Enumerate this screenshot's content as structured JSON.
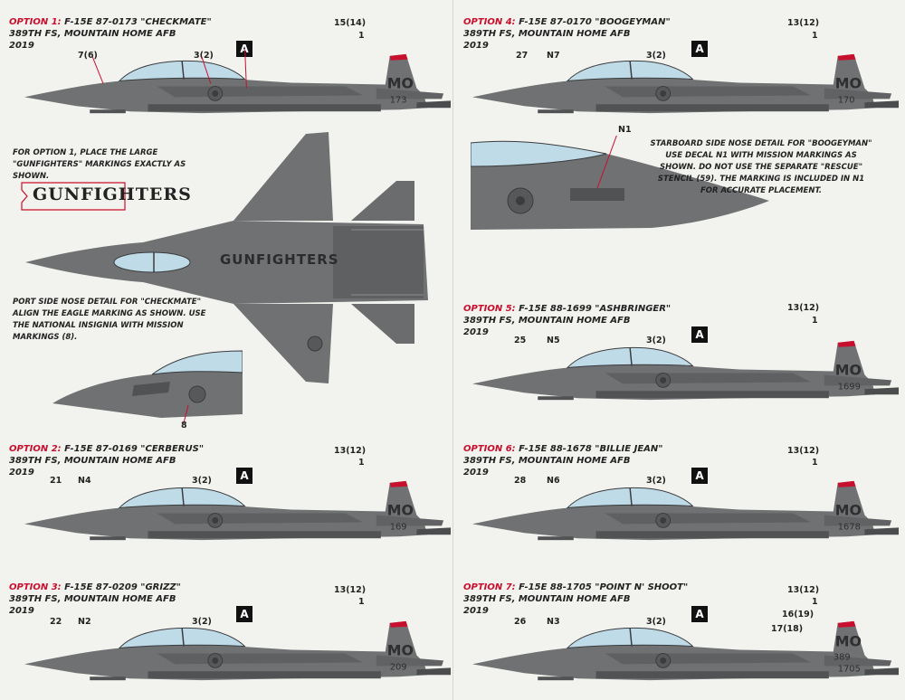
{
  "colors": {
    "jet_gray": "#6f7173",
    "dark": "#4a4c4e",
    "canopy": "#bfdbe8",
    "tail_red": "#c8102e",
    "leader_red": "#c8102e"
  },
  "options": [
    {
      "id": "opt1",
      "option": "OPTION 1:",
      "aircraft": "F-15E  87-0173 \"CHECKMATE\"",
      "unit": "389TH FS,  MOUNTAIN HOME AFB",
      "year": "2019",
      "callouts": [
        "15(14)",
        "1",
        "7(6)",
        "3(2)"
      ],
      "marker": "A",
      "tail_code": "MO",
      "tail_serial": "173"
    },
    {
      "id": "opt2",
      "option": "OPTION 2:",
      "aircraft": "F-15E  87-0169 \"CERBERUS\"",
      "unit": "389TH FS,  MOUNTAIN HOME AFB",
      "year": "2019",
      "callouts": [
        "13(12)",
        "1",
        "21",
        "N4",
        "3(2)"
      ],
      "marker": "A",
      "tail_code": "MO",
      "tail_serial": "169"
    },
    {
      "id": "opt3",
      "option": "OPTION 3:",
      "aircraft": "F-15E  87-0209 \"GRIZZ\"",
      "unit": "389TH FS,  MOUNTAIN HOME AFB",
      "year": "2019",
      "callouts": [
        "13(12)",
        "1",
        "22",
        "N2",
        "3(2)"
      ],
      "marker": "A",
      "tail_code": "MO",
      "tail_serial": "209"
    },
    {
      "id": "opt4",
      "option": "OPTION 4:",
      "aircraft": "F-15E  87-0170 \"BOOGEYMAN\"",
      "unit": "389TH FS,  MOUNTAIN HOME AFB",
      "year": "2019",
      "callouts": [
        "13(12)",
        "1",
        "27",
        "N7",
        "3(2)"
      ],
      "marker": "A",
      "tail_code": "MO",
      "tail_serial": "170"
    },
    {
      "id": "opt5",
      "option": "OPTION 5:",
      "aircraft": "F-15E  88-1699 \"ASHBRINGER\"",
      "unit": "389TH FS,  MOUNTAIN HOME AFB",
      "year": "2019",
      "callouts": [
        "13(12)",
        "1",
        "25",
        "N5",
        "3(2)"
      ],
      "marker": "A",
      "tail_code": "MO",
      "tail_serial": "1699"
    },
    {
      "id": "opt6",
      "option": "OPTION 6:",
      "aircraft": "F-15E  88-1678 \"BILLIE JEAN\"",
      "unit": "389TH FS,  MOUNTAIN HOME AFB",
      "year": "2019",
      "callouts": [
        "13(12)",
        "1",
        "28",
        "N6",
        "3(2)"
      ],
      "marker": "A",
      "tail_code": "MO",
      "tail_serial": "1678"
    },
    {
      "id": "opt7",
      "option": "OPTION 7:",
      "aircraft": "F-15E  88-1705 \"POINT N' SHOOT\"",
      "unit": "389TH FS,  MOUNTAIN HOME AFB",
      "year": "2019",
      "callouts": [
        "13(12)",
        "1",
        "26",
        "N3",
        "3(2)",
        "16(19)",
        "17(18)"
      ],
      "marker": "A",
      "tail_code": "MO",
      "tail_serial": "1705",
      "tail_extra": "389"
    }
  ],
  "notes": {
    "gunfighters_note": "FOR OPTION 1, PLACE THE LARGE \"GUNFIGHTERS\" MARKINGS EXACTLY AS SHOWN.",
    "gunfighters_logo": "GUNFIGHTERS",
    "top_view_text": "GUNFIGHTERS",
    "port_side_note": "PORT SIDE NOSE DETAIL FOR \"CHECKMATE\" ALIGN THE EAGLE MARKING AS SHOWN. USE THE NATIONAL INSIGNIA WITH MISSION MARKINGS (8).",
    "port_callout": "8",
    "starboard_note": "STARBOARD SIDE NOSE DETAIL FOR \"BOOGEYMAN\" USE DECAL N1 WITH MISSION MARKINGS AS SHOWN. DO NOT USE THE SEPARATE \"RESCUE\" STENCIL (59). THE MARKING IS INCLUDED IN N1 FOR ACCURATE PLACEMENT.",
    "starboard_callout": "N1"
  }
}
